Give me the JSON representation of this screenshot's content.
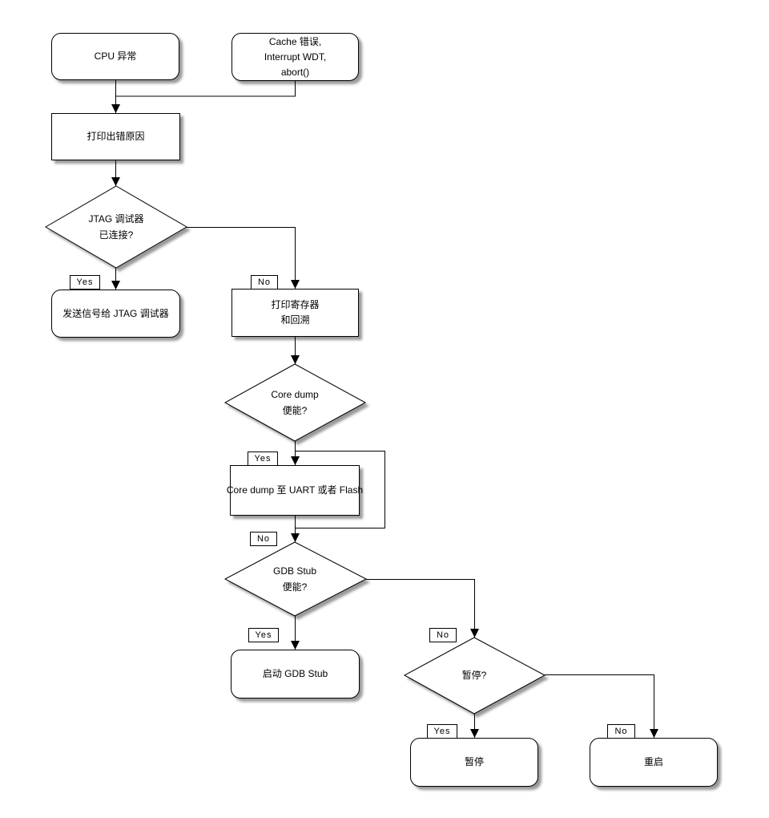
{
  "edge_labels": {
    "yes": "Yes",
    "no": "No"
  },
  "nodes": {
    "cpu_exception": {
      "lines": [
        "CPU 异常"
      ]
    },
    "cache_error": {
      "lines": [
        "Cache 错误,",
        "Interrupt WDT,",
        "abort()"
      ]
    },
    "print_error_reason": {
      "lines": [
        "打印出错原因"
      ]
    },
    "jtag_connected": {
      "lines": [
        "JTAG 调试器",
        "已连接?"
      ]
    },
    "send_signal_jtag": {
      "lines": [
        "发送信号给 JTAG 调试器"
      ]
    },
    "print_registers": {
      "lines": [
        "打印寄存器",
        "和回溯"
      ]
    },
    "coredump_enabled": {
      "lines": [
        "Core dump",
        "便能?"
      ]
    },
    "coredump_to_uart_flash": {
      "lines": [
        "Core dump 至 UART 或者 Flash"
      ]
    },
    "gdb_stub_enabled": {
      "lines": [
        "GDB Stub",
        "便能?"
      ]
    },
    "start_gdb_stub": {
      "lines": [
        "启动 GDB Stub"
      ]
    },
    "pause_question": {
      "lines": [
        "暂停?"
      ]
    },
    "pause": {
      "lines": [
        "暂停"
      ]
    },
    "reboot": {
      "lines": [
        "重启"
      ]
    }
  },
  "colors": {
    "line": "#000000",
    "node_fill": "#ffffff",
    "shadow": "rgba(0,0,0,0.4)"
  }
}
